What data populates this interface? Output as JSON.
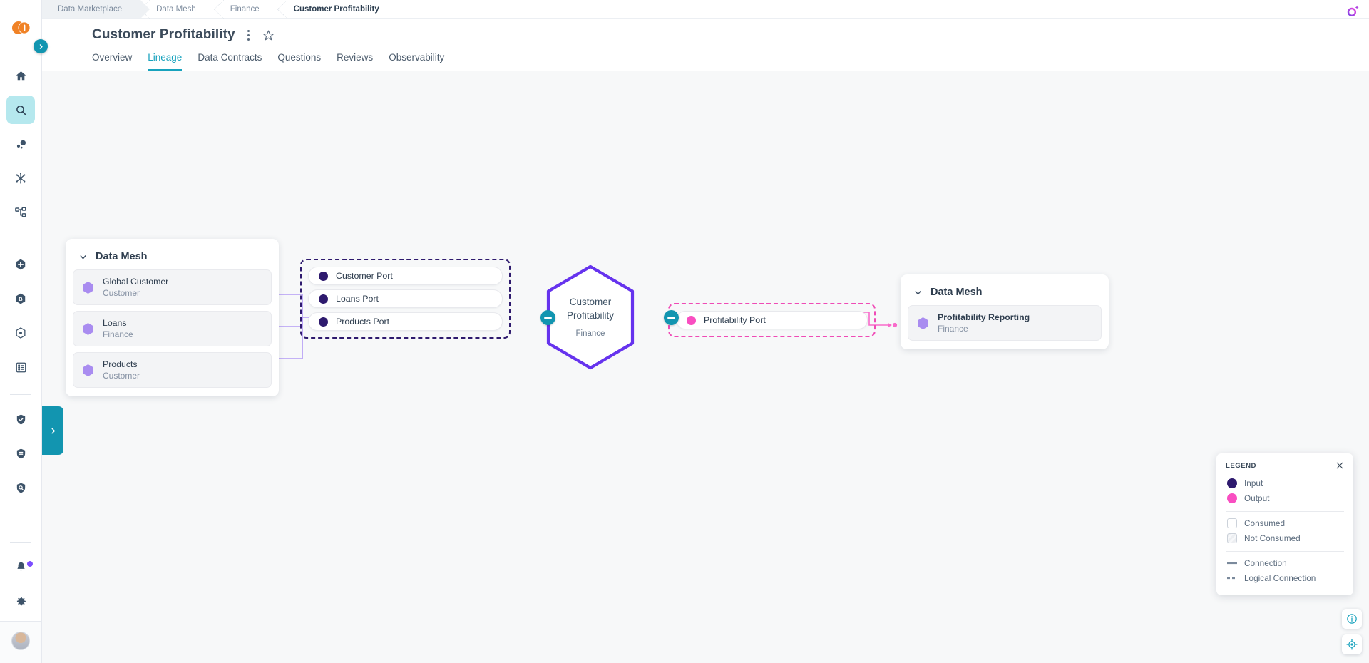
{
  "breadcrumb": [
    {
      "label": "Data Marketplace",
      "current": false
    },
    {
      "label": "Data Mesh",
      "current": false
    },
    {
      "label": "Finance",
      "current": false
    },
    {
      "label": "Customer Profitability",
      "current": true
    }
  ],
  "header": {
    "title": "Customer Profitability",
    "kebab_icon": "kebab-menu-icon",
    "star_icon": "star-outline-icon",
    "ai_icon": "ai-sparkle-icon"
  },
  "tabs": [
    {
      "label": "Overview",
      "active": false
    },
    {
      "label": "Lineage",
      "active": true
    },
    {
      "label": "Data Contracts",
      "active": false
    },
    {
      "label": "Questions",
      "active": false
    },
    {
      "label": "Reviews",
      "active": false
    },
    {
      "label": "Observability",
      "active": false
    }
  ],
  "sidebar": {
    "logo": "product-logo",
    "expand_icon": "chevron-right-icon",
    "items": [
      {
        "name": "home-icon",
        "active": false
      },
      {
        "name": "search-icon",
        "active": true
      },
      {
        "name": "data-points-icon",
        "active": false
      },
      {
        "name": "network-graph-icon",
        "active": false
      },
      {
        "name": "sitemap-icon",
        "active": false
      },
      {
        "name": "add-hexagon-icon",
        "active": false
      },
      {
        "name": "business-hexagon-icon",
        "active": false
      },
      {
        "name": "target-hexagon-icon",
        "active": false
      },
      {
        "name": "catalog-list-icon",
        "active": false
      },
      {
        "name": "shield-check-icon",
        "active": false
      },
      {
        "name": "shield-data-icon",
        "active": false
      },
      {
        "name": "shield-search-icon",
        "active": false
      },
      {
        "name": "bell-icon",
        "active": false
      },
      {
        "name": "gear-icon",
        "active": false
      }
    ]
  },
  "graph": {
    "canvas_handle_icon": "chevron-right-icon",
    "left_group": {
      "title": "Data Mesh",
      "collapse_icon": "chevron-down-icon",
      "items": [
        {
          "name": "Global Customer",
          "domain": "Customer"
        },
        {
          "name": "Loans",
          "domain": "Finance"
        },
        {
          "name": "Products",
          "domain": "Customer"
        }
      ]
    },
    "input_ports": {
      "kind": "input",
      "color": "#2e1a6e",
      "items": [
        {
          "label": "Customer Port"
        },
        {
          "label": "Loans Port"
        },
        {
          "label": "Products Port"
        }
      ]
    },
    "node": {
      "title_line1": "Customer",
      "title_line2": "Profitability",
      "subtitle": "Finance",
      "border_color": "#6633ee",
      "left_collapser_icon": "minus-icon",
      "right_collapser_icon": "minus-icon"
    },
    "output_ports": {
      "kind": "output",
      "color": "#f94ec1",
      "items": [
        {
          "label": "Profitability Port"
        }
      ]
    },
    "right_group": {
      "title": "Data Mesh",
      "collapse_icon": "chevron-down-icon",
      "items": [
        {
          "name": "Profitability Reporting",
          "domain": "Finance"
        }
      ]
    }
  },
  "legend": {
    "title": "LEGEND",
    "close_icon": "close-icon",
    "dots": [
      {
        "label": "Input",
        "color": "#2e1a6e"
      },
      {
        "label": "Output",
        "color": "#f94ec1"
      }
    ],
    "boxes": [
      {
        "label": "Consumed",
        "style": "solid"
      },
      {
        "label": "Not Consumed",
        "style": "hatched"
      }
    ],
    "lines": [
      {
        "label": "Connection",
        "style": "solid"
      },
      {
        "label": "Logical Connection",
        "style": "dashed"
      }
    ]
  },
  "corner_buttons": [
    {
      "name": "info-icon"
    },
    {
      "name": "recenter-icon"
    }
  ],
  "colors": {
    "accent_teal": "#17a2bd",
    "node_purple": "#6633ee",
    "input_navy": "#2e1a6e",
    "output_pink": "#f94ec1",
    "mesh_hex": "#a98cf0"
  }
}
